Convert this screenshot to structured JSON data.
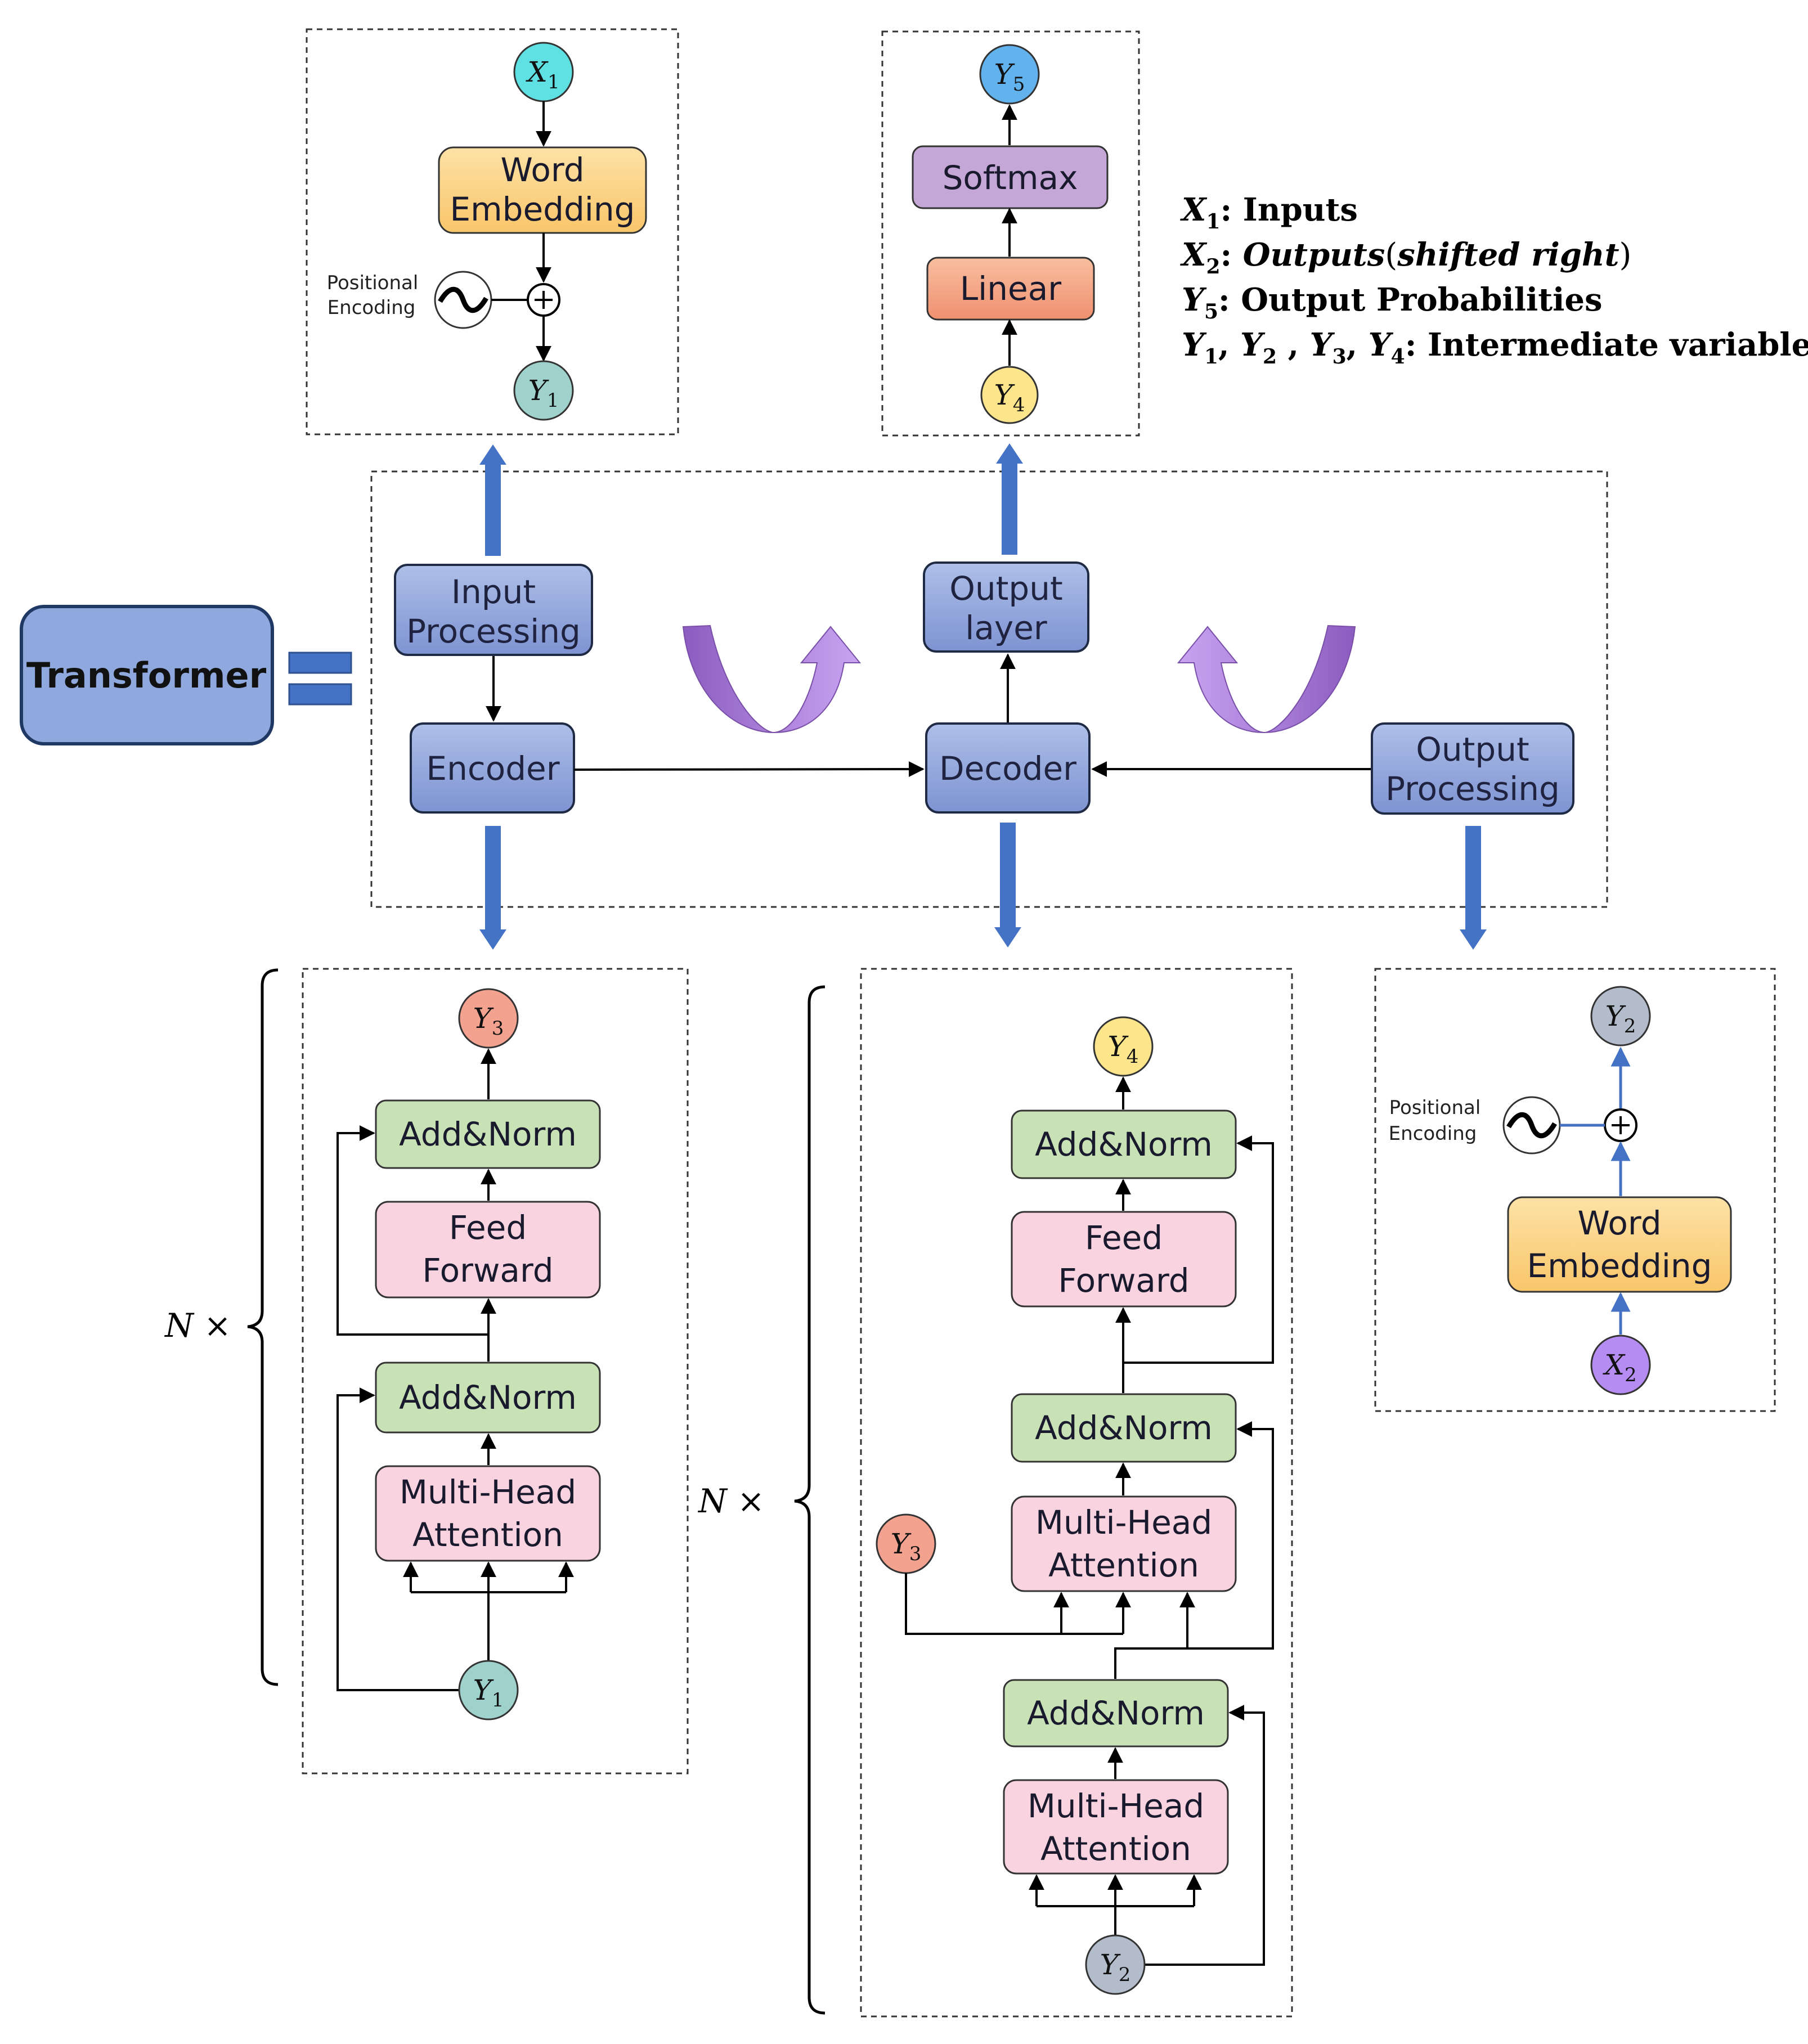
{
  "title_block": {
    "label": "Transformer"
  },
  "main_blocks": {
    "input_processing": "Input Processing",
    "encoder": "Encoder",
    "output_layer": "Output layer",
    "decoder": "Decoder",
    "output_processing": "Output Processing"
  },
  "input_panel": {
    "x1": "X1",
    "word_embedding": "Word Embedding",
    "positional_encoding": "Positional Encoding",
    "y1": "Y1"
  },
  "output_layer_panel": {
    "y5": "Y5",
    "softmax": "Softmax",
    "linear": "Linear",
    "y4": "Y4"
  },
  "legend": {
    "items": [
      "X1: Inputs",
      "X2: Outputs(shifted right)",
      "Y5: Output Probabilities",
      "Y1, Y2 , Y3, Y4: Intermediate variable"
    ]
  },
  "encoder_panel": {
    "y3": "Y3",
    "add_norm_top": "Add&Norm",
    "feed_forward": "Feed Forward",
    "add_norm_bottom": "Add&Norm",
    "multi_head": "Multi-Head Attention",
    "y1": "Y1",
    "repeat": "N ×"
  },
  "decoder_panel": {
    "y4": "Y4",
    "add_norm_1": "Add&Norm",
    "feed_forward": "Feed Forward",
    "add_norm_2": "Add&Norm",
    "multi_head_cross": "Multi-Head Attention",
    "y3": "Y3",
    "add_norm_3": "Add&Norm",
    "multi_head_self": "Multi-Head Attention",
    "y2": "Y2",
    "repeat": "N ×"
  },
  "output_proc_panel": {
    "y2": "Y2",
    "positional_encoding": "Positional Encoding",
    "word_embedding": "Word Embedding",
    "x2": "X2"
  },
  "colors": {
    "block_blue": "#8fa4dc",
    "arrow_blue": "#4472c4",
    "ffn_pink": "#f9d3e0",
    "norm_green": "#c8e2b6",
    "embed_orange": "#fcd58a",
    "softmax_purple": "#c4a7d6",
    "linear_orange": "#f4a584",
    "swirl_purple": "#9b6fd0"
  }
}
